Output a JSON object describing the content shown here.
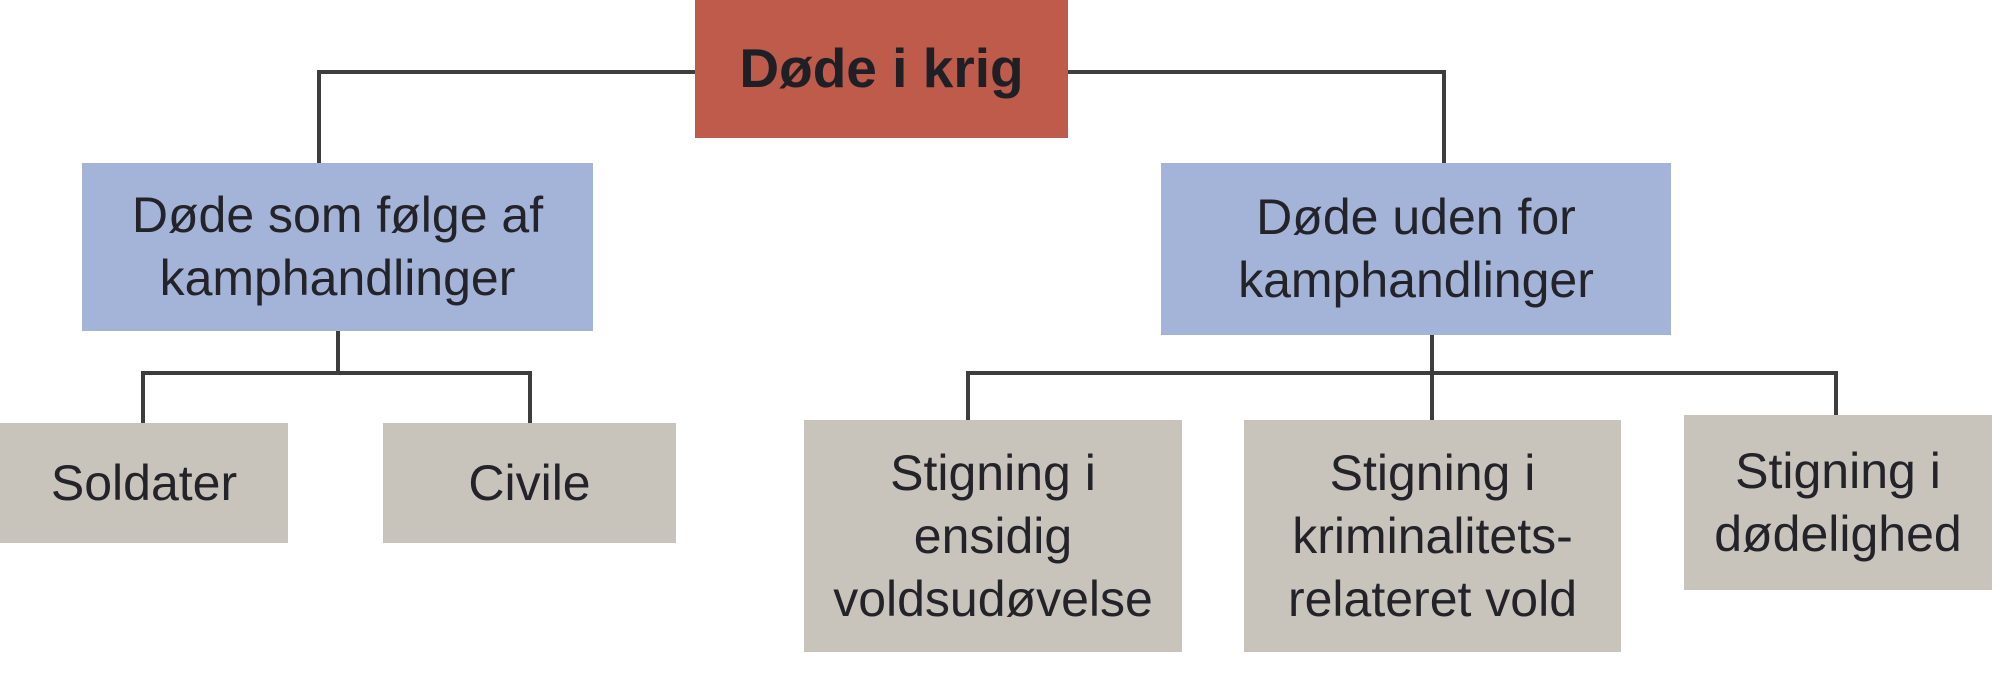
{
  "diagram": {
    "type": "flowchart-tree",
    "language": "da",
    "colors": {
      "root_bg": "#bf5b4a",
      "branch_bg": "#a3b4d8",
      "leaf_bg": "#c8c4bc",
      "line": "#3d3d3d",
      "text": "#232329"
    },
    "nodes": {
      "root": {
        "label": "Døde i krig",
        "children": [
          "battle",
          "nonbattle"
        ]
      },
      "battle": {
        "label": "Døde som følge af\nkamphandlinger",
        "children": [
          "soldiers",
          "civilians"
        ]
      },
      "nonbattle": {
        "label": "Døde uden for\nkamphandlinger",
        "children": [
          "onesided",
          "crime",
          "mortality"
        ]
      },
      "soldiers": {
        "label": "Soldater",
        "children": []
      },
      "civilians": {
        "label": "Civile",
        "children": []
      },
      "onesided": {
        "label": "Stigning i\nensidig\nvoldsudøvelse",
        "children": []
      },
      "crime": {
        "label": "Stigning i\nkriminalitets-\nrelateret vold",
        "children": []
      },
      "mortality": {
        "label": "Stigning i\ndødelighed",
        "children": []
      }
    }
  }
}
